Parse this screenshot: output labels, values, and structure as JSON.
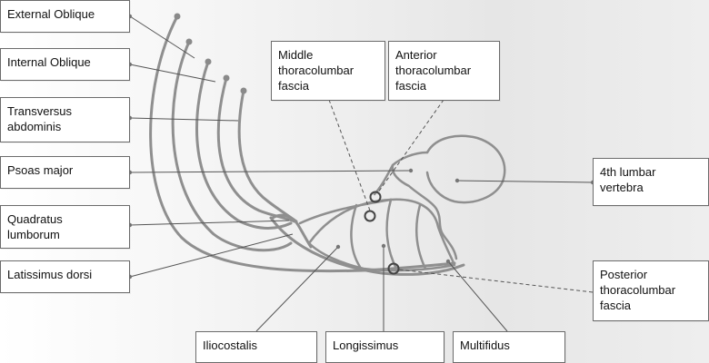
{
  "colors": {
    "structure": "#8f8f8f",
    "leader": "#555555",
    "box_border": "#6b6b6b",
    "marker": "#4a4a4a"
  },
  "labels": {
    "external_oblique": "External Oblique",
    "internal_oblique": "Internal Oblique",
    "transversus_abdominis": "Transversus\nabdominis",
    "psoas_major": "Psoas major",
    "quadratus_lumborum": "Quadratus\nlumborum",
    "latissimus_dorsi": "Latissimus dorsi",
    "middle_tlf": "Middle\nthoracolumbar\nfascia",
    "anterior_tlf": "Anterior\nthoracolumbar\nfascia",
    "fourth_lumbar_vertebra": "4th lumbar\nvertebra",
    "posterior_tlf": "Posterior\nthoracolumbar\nfascia",
    "iliocostalis": "Iliocostalis",
    "longissimus": "Longissimus",
    "multifidus": "Multifidus"
  }
}
